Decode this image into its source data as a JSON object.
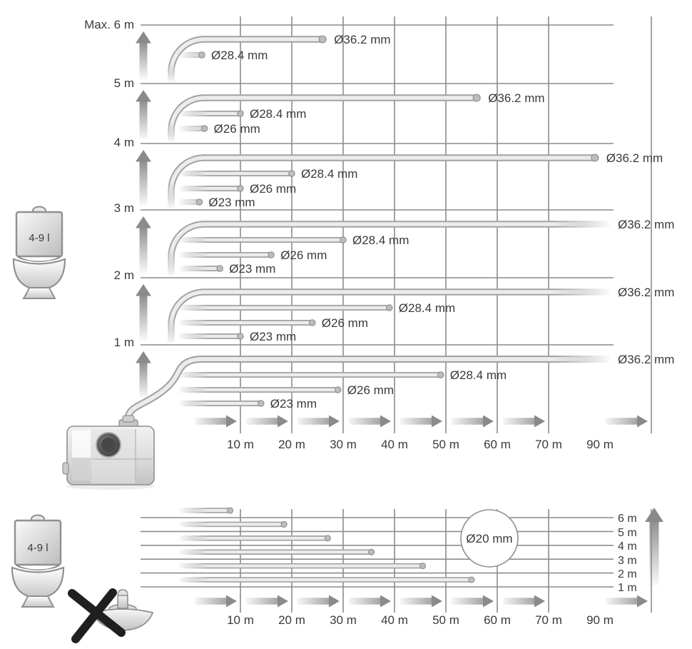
{
  "colors": {
    "text": "#3a3a3a",
    "grid": "#8c8c8c",
    "pipe_edge": "#a2a2a2",
    "pipe_core": "#ececec",
    "pipe_cap": "#bdbdbd",
    "arrow": "#8a8a8a",
    "cross": "#1f1f1f",
    "icon_outline": "#909090"
  },
  "icons": {
    "toilet_tank_label": "4-9 l",
    "toilet": "toilet-cistern-icon",
    "pump": "macerator-pump-icon",
    "prohibited_fixture": "basin-with-plug-icon crossed out"
  },
  "chart_data": [
    {
      "type": "horizontal-pipe-run",
      "title": "",
      "xlabel_unit": "m (horizontal discharge distance)",
      "ylabel_unit": "m (vertical lift)",
      "x_ticks_m": [
        10,
        20,
        30,
        40,
        50,
        60,
        70,
        90
      ],
      "x_axis_labels": [
        "10 m",
        "20 m",
        "30 m",
        "40 m",
        "50 m",
        "60 m",
        "70 m",
        "90 m"
      ],
      "y_axis_labels": [
        "Max. 6 m",
        "5 m",
        "4 m",
        "3 m",
        "2 m",
        "1 m"
      ],
      "y_levels_m": [
        6,
        5,
        4,
        3,
        2,
        1
      ],
      "xlim_m": [
        0,
        93
      ],
      "grid": true,
      "bands": [
        {
          "lift": "6 m",
          "pipes": [
            {
              "label": "Ø36.2 mm",
              "run_m": 26,
              "main": true
            },
            {
              "label": "Ø28.4 mm",
              "run_m": 2.5
            }
          ]
        },
        {
          "lift": "5 m",
          "pipes": [
            {
              "label": "Ø36.2 mm",
              "run_m": 56,
              "main": true
            },
            {
              "label": "Ø28.4 mm",
              "run_m": 10
            },
            {
              "label": "Ø26 mm",
              "run_m": 3
            }
          ]
        },
        {
          "lift": "4 m",
          "pipes": [
            {
              "label": "Ø36.2 mm",
              "run_m": 79,
              "main": true
            },
            {
              "label": "Ø28.4 mm",
              "run_m": 20
            },
            {
              "label": "Ø26 mm",
              "run_m": 10
            },
            {
              "label": "Ø23 mm",
              "run_m": 2
            }
          ]
        },
        {
          "lift": "3 m",
          "pipes": [
            {
              "label": "Ø36.2 mm",
              "run_m": 90,
              "overflow": true,
              "main": true
            },
            {
              "label": "Ø28.4 mm",
              "run_m": 30
            },
            {
              "label": "Ø26 mm",
              "run_m": 16
            },
            {
              "label": "Ø23 mm",
              "run_m": 6
            }
          ]
        },
        {
          "lift": "2 m",
          "pipes": [
            {
              "label": "Ø36.2 mm",
              "run_m": 90,
              "overflow": true,
              "main": true
            },
            {
              "label": "Ø28.4 mm",
              "run_m": 39
            },
            {
              "label": "Ø26 mm",
              "run_m": 24
            },
            {
              "label": "Ø23 mm",
              "run_m": 10
            }
          ]
        },
        {
          "lift": "1 m",
          "pipes": [
            {
              "label": "Ø36.2 mm",
              "run_m": 90,
              "overflow": true,
              "main": true,
              "from_pump": true
            },
            {
              "label": "Ø28.4 mm",
              "run_m": 49
            },
            {
              "label": "Ø26 mm",
              "run_m": 29
            },
            {
              "label": "Ø23 mm",
              "run_m": 14
            }
          ]
        }
      ]
    },
    {
      "type": "horizontal-pipe-run",
      "title": "",
      "center_label": "Ø20 mm",
      "diameter_mm": 20,
      "x_ticks_m": [
        10,
        20,
        30,
        40,
        50,
        60,
        70,
        90
      ],
      "x_axis_labels": [
        "10 m",
        "20 m",
        "30 m",
        "40 m",
        "50 m",
        "60 m",
        "70 m",
        "90 m"
      ],
      "y_axis_labels": [
        "6 m",
        "5 m",
        "4 m",
        "3 m",
        "2 m",
        "1 m"
      ],
      "grid": true,
      "rows": [
        {
          "lift": "6 m",
          "run_m": 8
        },
        {
          "lift": "5 m",
          "run_m": 18.5
        },
        {
          "lift": "4 m",
          "run_m": 27
        },
        {
          "lift": "3 m",
          "run_m": 35.5
        },
        {
          "lift": "2 m",
          "run_m": 45.5
        },
        {
          "lift": "1 m",
          "run_m": 55
        }
      ]
    }
  ]
}
